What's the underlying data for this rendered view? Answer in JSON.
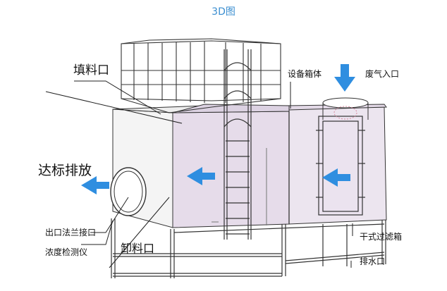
{
  "title": "3D图",
  "labels": {
    "fill_port": "填料口",
    "equipment_box": "设备箱体",
    "waste_gas_inlet": "废气入口",
    "discharge_standard": "达标排放",
    "outlet_flange": "出口法兰接口",
    "concentration_detector": "浓度检测仪",
    "unload_port": "卸料口",
    "dry_filter_box": "干式过滤箱",
    "drain_port": "排水口"
  },
  "colors": {
    "title": "#3a8ed0",
    "arrow_blue": "#2f8ee0",
    "box_front": "#e6dcea",
    "box_side": "#ece5ef",
    "box_dark": "#d8cce0",
    "line": "#333333",
    "hood_white": "#f4f4f4"
  }
}
